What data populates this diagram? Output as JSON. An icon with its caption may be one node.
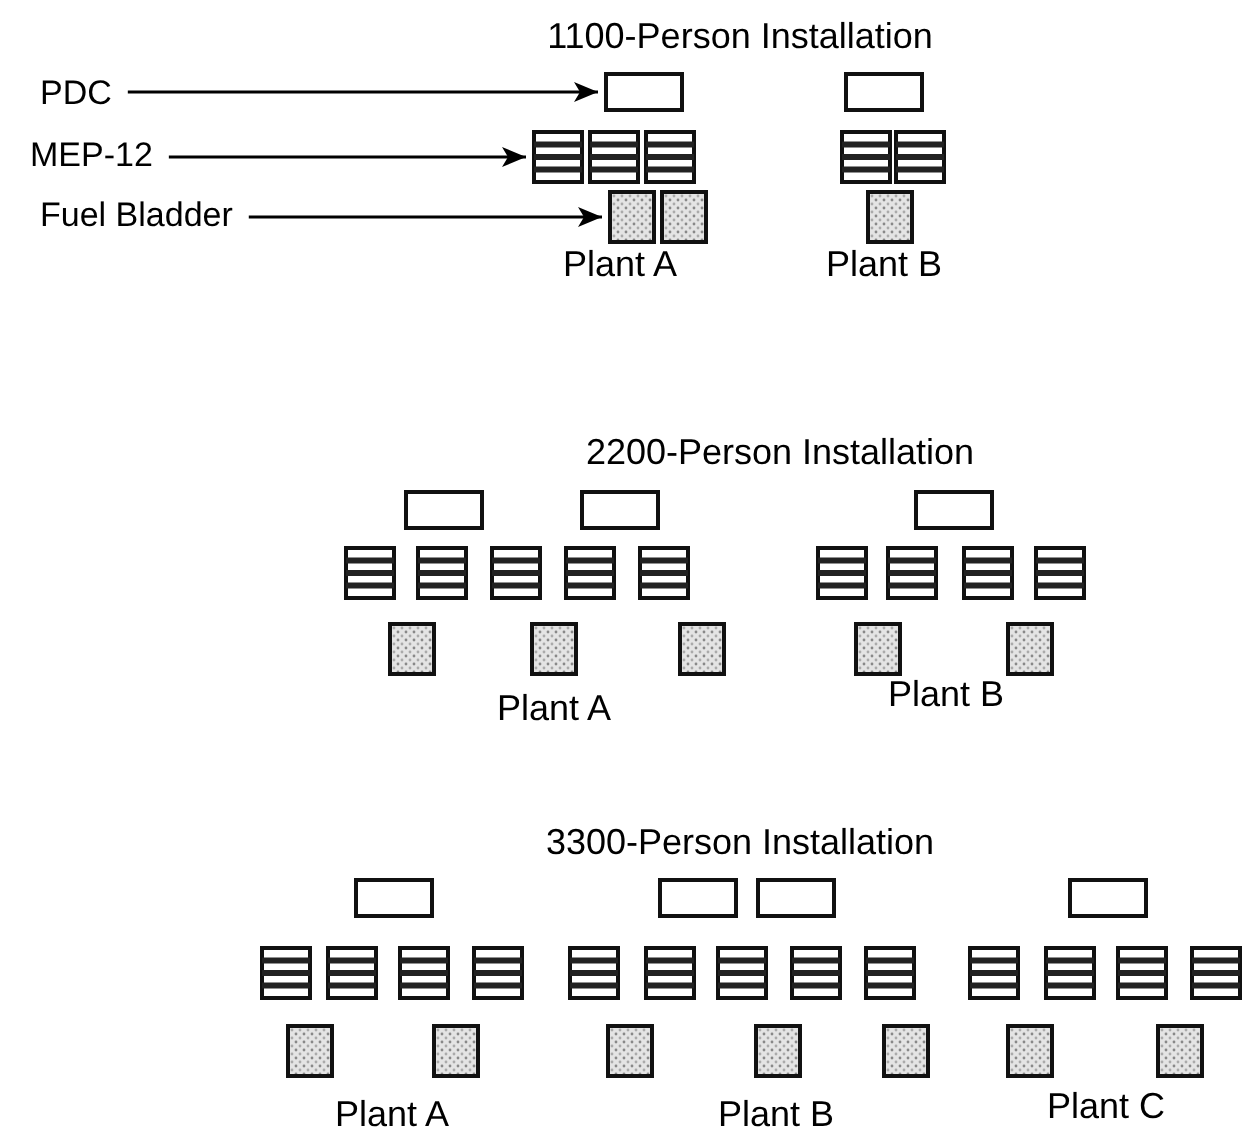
{
  "diagram": {
    "nodes": [
      {
        "text": [
          "PDC"
        ]
      },
      {
        "text": [
          "MEP-12"
        ]
      },
      {
        "text": [
          "Fuel Bladder"
        ]
      },
      {
        "text": [],
        "shape": "box"
      },
      {
        "text": [],
        "shape": "box"
      },
      {
        "text": [],
        "shape": "box"
      }
    ],
    "edges": [
      {
        "from": 0,
        "to": 3,
        "arrow": "to"
      },
      {
        "from": 1,
        "to": 4,
        "arrow": "to"
      },
      {
        "from": 2,
        "to": 5,
        "arrow": "to"
      }
    ],
    "labels": [
      "1100-Person Installation",
      "Plant A",
      "Plant B",
      "2200-Person Installation",
      "Plant A",
      "Plant B",
      "3300-Person Installation",
      "Plant A",
      "Plant B",
      "Plant C"
    ]
  }
}
